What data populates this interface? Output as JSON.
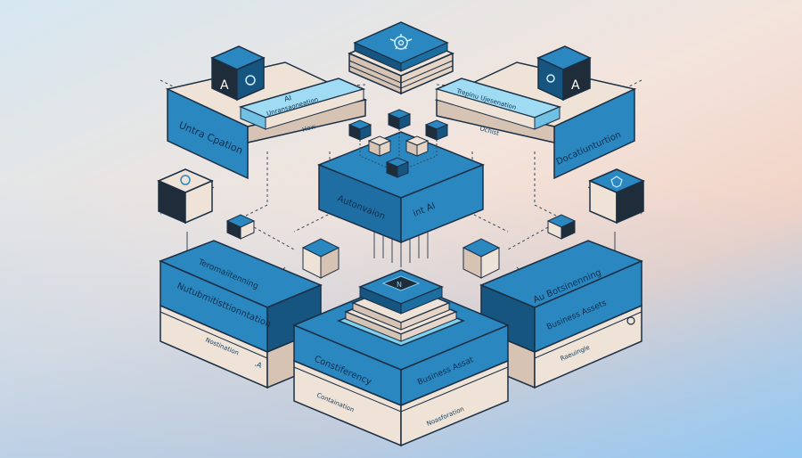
{
  "diagram": {
    "colors": {
      "primary": "#2b87c0",
      "primary_dark": "#15557f",
      "light_blue": "#7fd0ef",
      "cream": "#efe2d6",
      "cream_dark": "#c7b3a3",
      "outline": "#1b2f45",
      "line": "#3a4a5c"
    },
    "blocks": {
      "top_left": {
        "title": "Untra Cpation"
      },
      "top_left_tag": {
        "title": "AI",
        "subtitle": "Unransaoneation",
        "note": "How"
      },
      "top_right": {
        "title": "Docatiunturtion"
      },
      "top_right_tag": {
        "title": "Trepinu Ujesenation",
        "note": "Ochist"
      },
      "center": {
        "left_label": "Autonvaion",
        "right_label": "int AI"
      },
      "left_large": {
        "title": "Teromaiitenning",
        "subtitle": "Nutubmitisttionntation",
        "note": "Nostination",
        "note_mark": ".A"
      },
      "right_large": {
        "title": "Au Botsinenning",
        "subtitle": "Business Assets",
        "note": "Raeuingle"
      },
      "bottom_center": {
        "left_label": "Constiferency",
        "right_label": "Business Assat",
        "note_left": "Containation",
        "note_right": "Noasforation"
      },
      "top_cube_icon": "gear-network-icon",
      "left_cube_letter": "A",
      "right_cube_letter": "A",
      "stack_icon_letter": "N"
    }
  }
}
